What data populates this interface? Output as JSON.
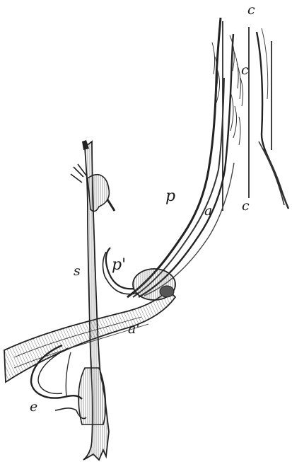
{
  "labels": {
    "c_top": "c",
    "c_mid": "c",
    "c_low": "c",
    "p": "p",
    "a": "a",
    "p_prime": "p'",
    "s": "s",
    "a_prime": "a'",
    "e": "e"
  },
  "colors": {
    "ink": "#1a1a1a",
    "paper": "#ffffff",
    "tint": "#d8d8d8"
  }
}
